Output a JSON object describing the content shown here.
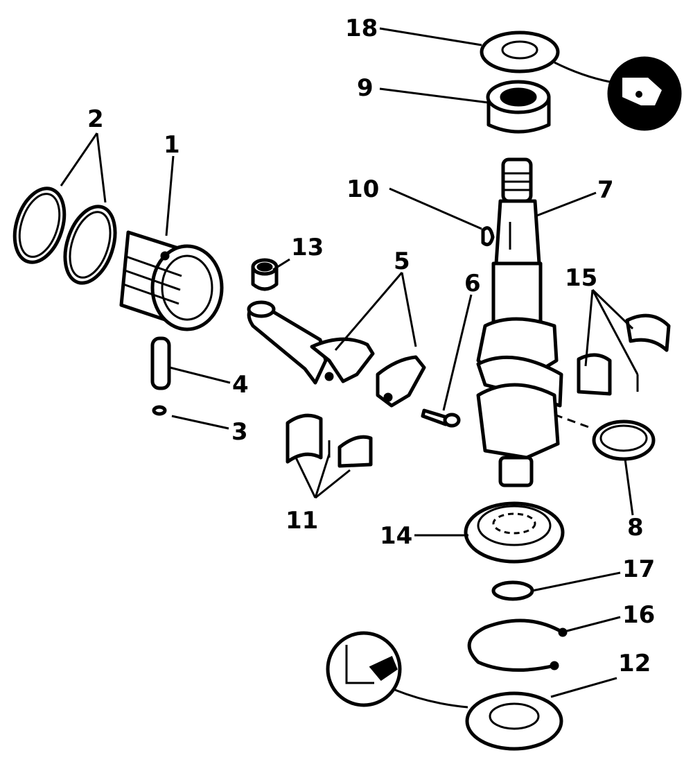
{
  "callouts": [
    {
      "id": "1",
      "label": "1",
      "part": "piston"
    },
    {
      "id": "2",
      "label": "2",
      "part": "piston-rings"
    },
    {
      "id": "3",
      "label": "3",
      "part": "piston-pin-retainer"
    },
    {
      "id": "4",
      "label": "4",
      "part": "piston-pin"
    },
    {
      "id": "5",
      "label": "5",
      "part": "connecting-rod"
    },
    {
      "id": "6",
      "label": "6",
      "part": "rod-cap-screw"
    },
    {
      "id": "7",
      "label": "7",
      "part": "crankshaft"
    },
    {
      "id": "8",
      "label": "8",
      "part": "seal-ring"
    },
    {
      "id": "9",
      "label": "9",
      "part": "upper-bearing"
    },
    {
      "id": "10",
      "label": "10",
      "part": "key"
    },
    {
      "id": "11",
      "label": "11",
      "part": "rod-bearing-halves"
    },
    {
      "id": "12",
      "label": "12",
      "part": "lower-seal"
    },
    {
      "id": "13",
      "label": "13",
      "part": "wrist-pin-bearing"
    },
    {
      "id": "14",
      "label": "14",
      "part": "ball-bearing"
    },
    {
      "id": "15",
      "label": "15",
      "part": "main-bearing-halves"
    },
    {
      "id": "16",
      "label": "16",
      "part": "retaining-ring"
    },
    {
      "id": "17",
      "label": "17",
      "part": "snap-ring"
    },
    {
      "id": "18",
      "label": "18",
      "part": "upper-seal"
    }
  ]
}
